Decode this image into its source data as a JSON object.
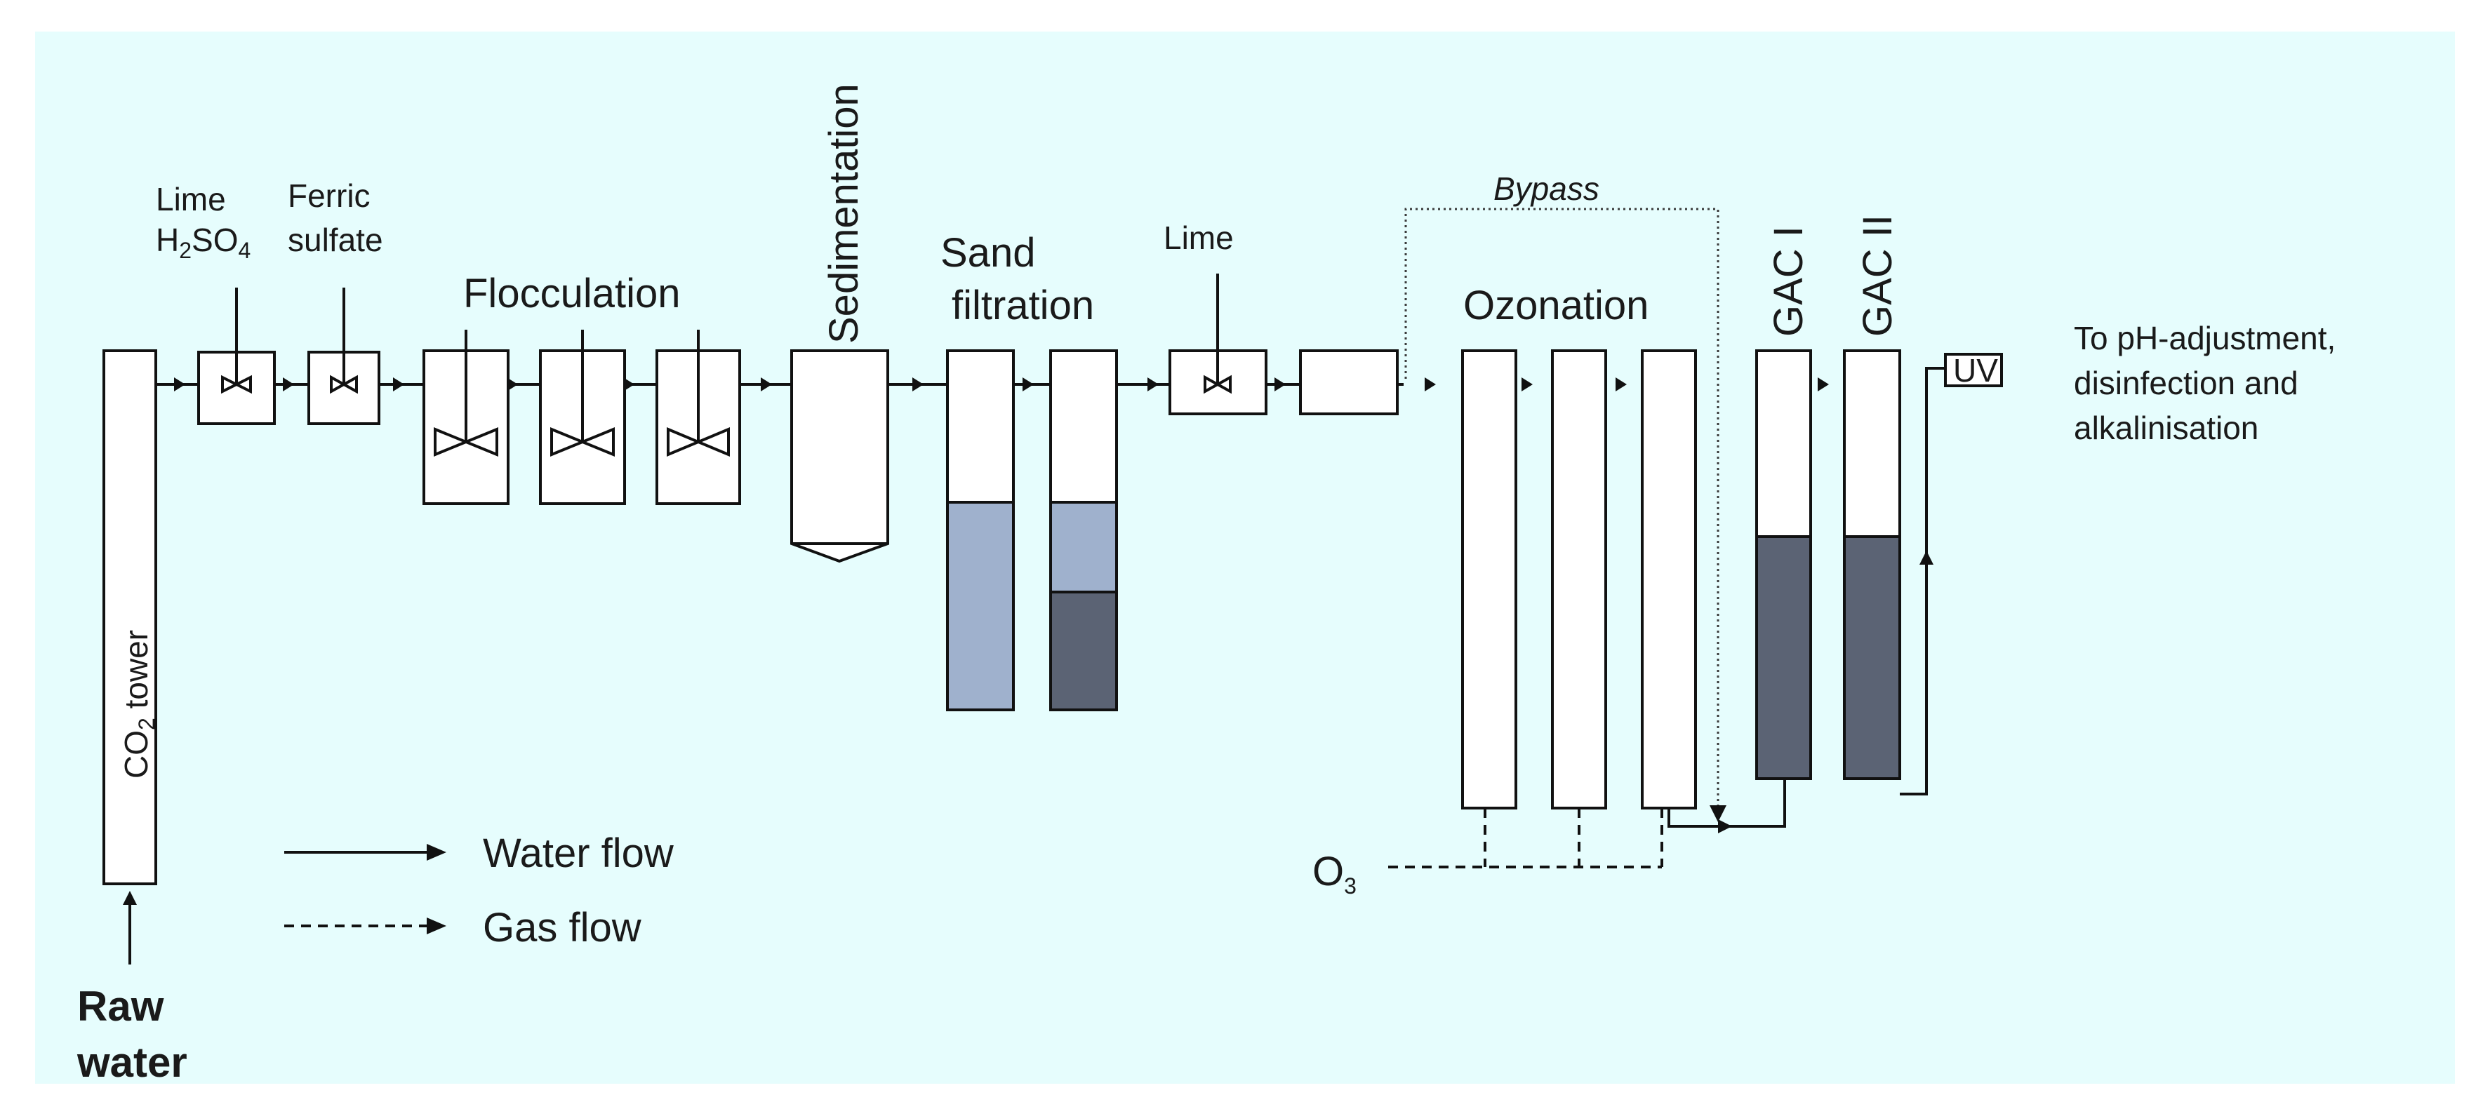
{
  "labels": {
    "lime_1": "Lime",
    "h2so4_h": "H",
    "h2so4_2": "2",
    "h2so4_so": "SO",
    "h2so4_4": "4",
    "ferric": "Ferric",
    "sulfate": "sulfate",
    "flocculation": "Flocculation",
    "sedimentation": "Sedimentation",
    "sand": "Sand",
    "filtration": "filtration",
    "lime_2": "Lime",
    "bypass": "Bypass",
    "ozonation": "Ozonation",
    "gac_1": "GAC I",
    "gac_2": "GAC II",
    "uv": "UV",
    "out_1": "To pH-adjustment,",
    "out_2": "disinfection and",
    "out_3": "alkalinisation",
    "co2_co": "CO",
    "co2_2": "2",
    "co2_tower": " tower",
    "o3_o": "O",
    "o3_3": "3",
    "raw_1": "Raw",
    "raw_2": "water"
  },
  "legend": {
    "water_flow": "Water flow",
    "gas_flow": "Gas flow"
  },
  "colors": {
    "background": "#e6fdfd",
    "sand_light": "#9fb1cd",
    "media_dark": "#5b6374"
  }
}
